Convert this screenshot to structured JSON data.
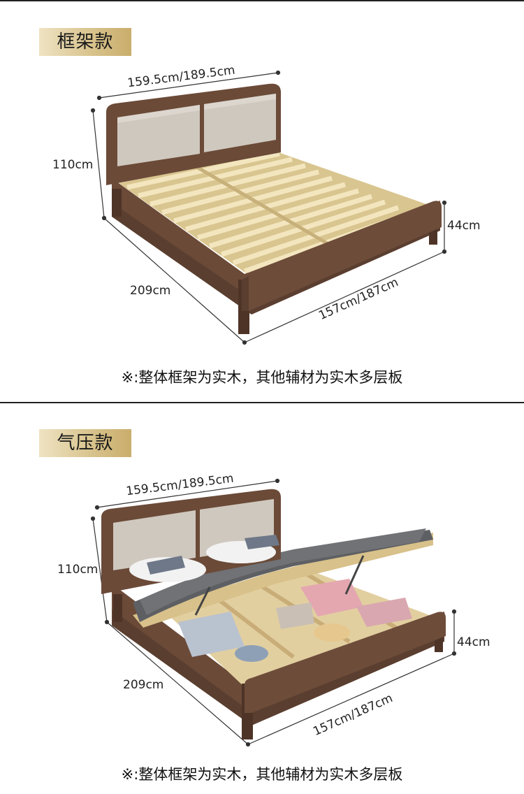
{
  "sections": [
    {
      "tag": "框架款",
      "dims": {
        "width": "159.5cm/189.5cm",
        "height": "110cm",
        "length": "209cm",
        "inner": "157cm/187cm",
        "side_height": "44cm"
      },
      "note": "※:整体框架为实木，其他辅材为实木多层板"
    },
    {
      "tag": "气压款",
      "dims": {
        "width": "159.5cm/189.5cm",
        "height": "110cm",
        "length": "209cm",
        "inner": "157cm/187cm",
        "side_height": "44cm"
      },
      "note": "※:整体框架为实木，其他辅材为实木多层板"
    }
  ],
  "colors": {
    "wood": "#6b4a38",
    "wood_dark": "#4e3427",
    "cushion": "#cfc8be",
    "slat": "#e9d9a8",
    "tag_gold": "#d9c48e"
  }
}
